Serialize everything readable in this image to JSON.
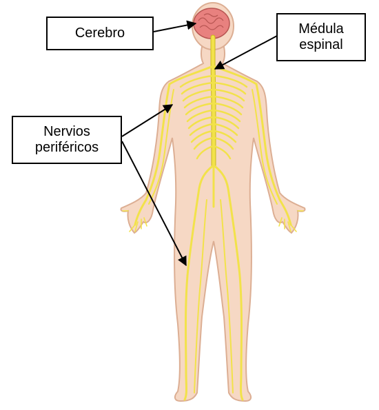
{
  "labels": {
    "brain": "Cerebro",
    "spinal_cord_line1": "Médula",
    "spinal_cord_line2": "espinal",
    "peripheral_line1": "Nervios",
    "peripheral_line2": "periféricos"
  },
  "colors": {
    "skin": "#f6d8c4",
    "skin_outline": "#dcae93",
    "nerve": "#f2e24a",
    "nerve_outline": "#c9b81e",
    "brain": "#e8817f",
    "brain_outline": "#b75552",
    "arrow": "#000000",
    "box_border": "#000000"
  }
}
